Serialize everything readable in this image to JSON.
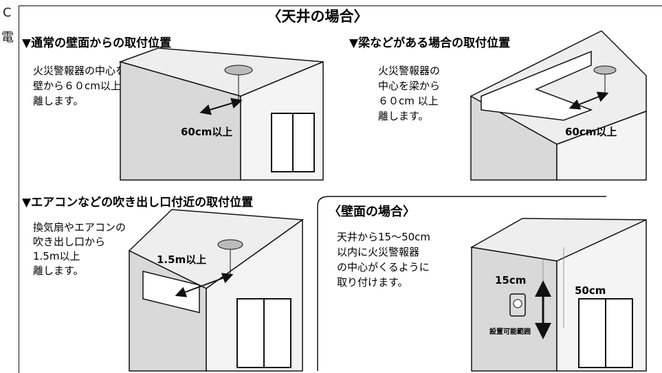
{
  "side_marks": [
    "C",
    "電"
  ],
  "title": "〈天井の場合〉",
  "panels": {
    "wall": {
      "heading": "▼通常の壁面からの取付位置",
      "note": [
        "火災警報器の中心を",
        "壁から６０cm以上",
        "離します。"
      ],
      "measure": "60cm以上"
    },
    "beam": {
      "heading": "▼梁などがある場合の取付位置",
      "note": [
        "火災警報器の",
        "中心を梁から",
        "６０cm 以上",
        "離します。"
      ],
      "measure": "60cm以上"
    },
    "aircon": {
      "heading": "▼エアコンなどの吹き出し口付近の取付位置",
      "note": [
        "換気扇やエアコンの",
        "吹き出し口から",
        "1.5m以上",
        "離します。"
      ],
      "measure": "1.5m以上"
    },
    "wallmount": {
      "heading": "〈壁面の場合〉",
      "note": [
        "天井から15～50cm",
        "以内に火災警報器",
        "の中心がくるように",
        "取り付けます。"
      ],
      "top_measure": "15cm",
      "bottom_measure": "50cm",
      "range_label": "設置可能範囲"
    }
  },
  "colors": {
    "line": "#111111",
    "wall_shade": "#d9d9d9",
    "ceiling_shade": "#eeeeee"
  }
}
